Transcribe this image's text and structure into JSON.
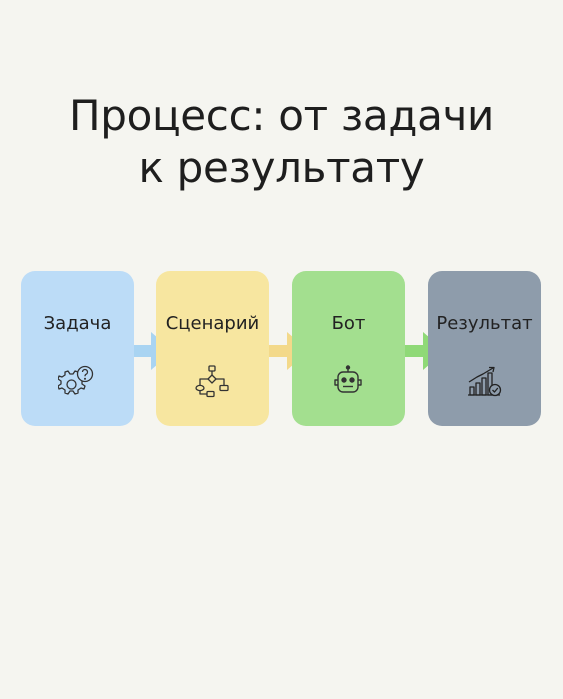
{
  "title": {
    "line1": "Процесс: от задачи",
    "line2": "к результату"
  },
  "steps": [
    {
      "label": "Задача",
      "icon": "gear-question-icon",
      "color": "#bcdcf7"
    },
    {
      "label": "Сценарий",
      "icon": "flowchart-icon",
      "color": "#f7e6a0"
    },
    {
      "label": "Бот",
      "icon": "robot-icon",
      "color": "#a3df8f"
    },
    {
      "label": "Результат",
      "icon": "growth-chart-icon",
      "color": "#8e9cab"
    }
  ],
  "arrows": [
    {
      "icon": "arrow-right-icon",
      "color": "#a9d4f2"
    },
    {
      "icon": "arrow-right-icon",
      "color": "#f3d98a"
    },
    {
      "icon": "arrow-right-icon",
      "color": "#8fd977"
    }
  ]
}
